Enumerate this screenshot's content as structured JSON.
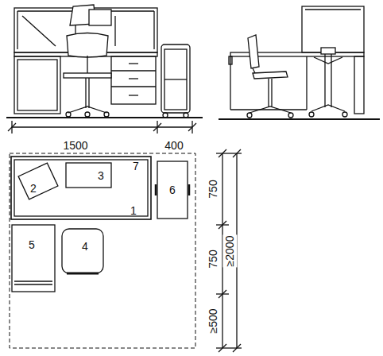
{
  "diagram": {
    "labels": [
      "1500",
      "400",
      "7",
      "2",
      "3",
      "1",
      "6",
      "750",
      "5",
      "4",
      "750",
      "≥2000",
      "≥500"
    ]
  }
}
